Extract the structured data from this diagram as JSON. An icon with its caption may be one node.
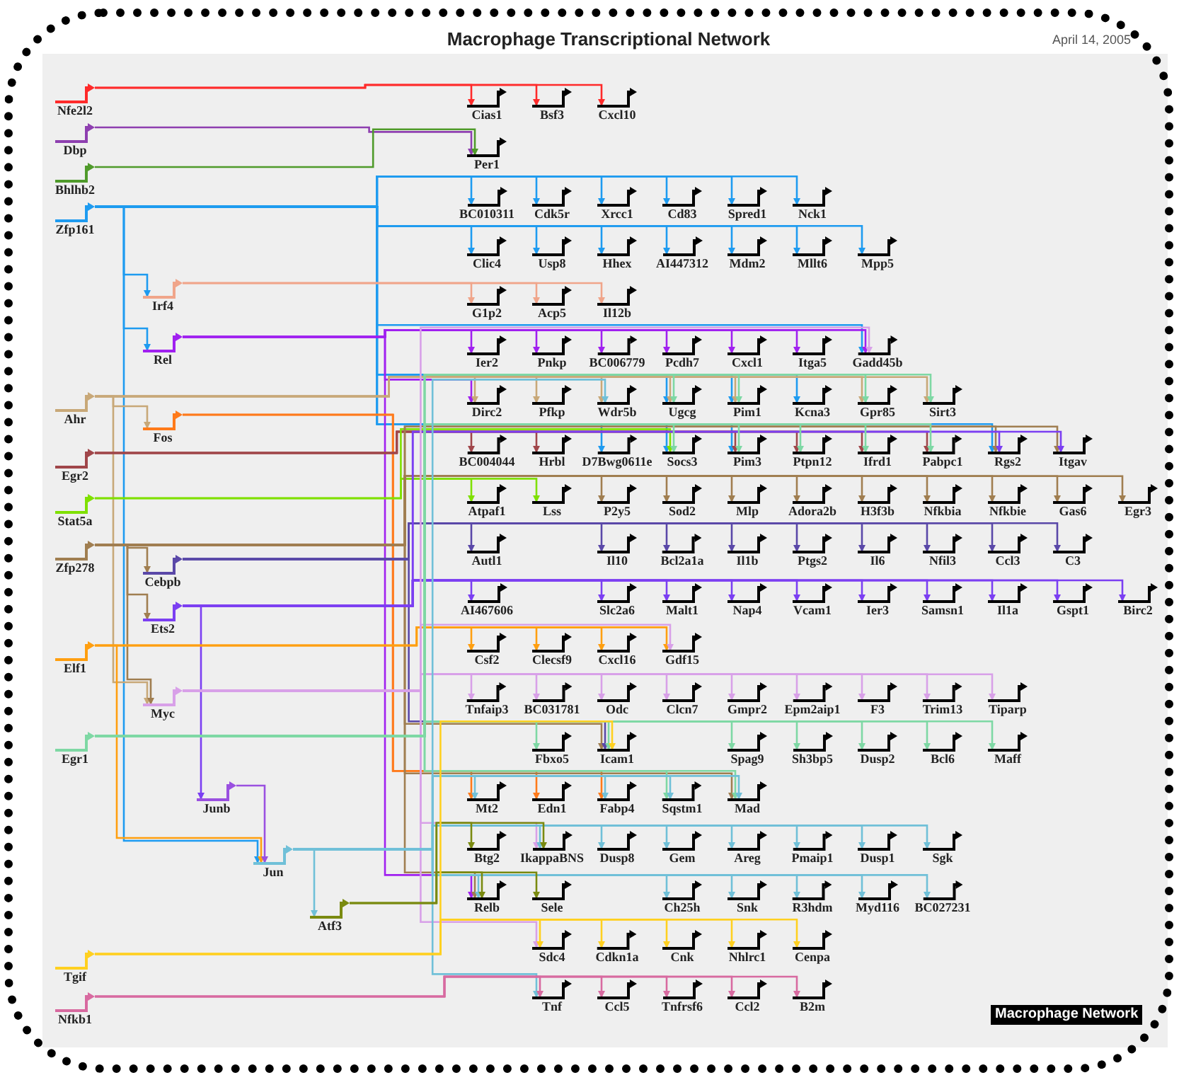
{
  "diagram": {
    "title": "Macrophage Transcriptional Network",
    "nodes": [
      {
        "text": [
          "Nfe2l2"
        ]
      },
      {
        "text": [
          "Dbp"
        ]
      },
      {
        "text": [
          "Bhlhb2"
        ]
      },
      {
        "text": [
          "Zfp161"
        ]
      },
      {
        "text": [
          "Irf4"
        ]
      },
      {
        "text": [
          "Rel"
        ]
      },
      {
        "text": [
          "Ahr"
        ]
      },
      {
        "text": [
          "Fos"
        ]
      },
      {
        "text": [
          "Egr2"
        ]
      },
      {
        "text": [
          "Stat5a"
        ]
      },
      {
        "text": [
          "Zfp278"
        ]
      },
      {
        "text": [
          "Cebpb"
        ]
      },
      {
        "text": [
          "Ets2"
        ]
      },
      {
        "text": [
          "Elf1"
        ]
      },
      {
        "text": [
          "Myc"
        ]
      },
      {
        "text": [
          "Egr1"
        ]
      },
      {
        "text": [
          "Junb"
        ]
      },
      {
        "text": [
          "Jun"
        ]
      },
      {
        "text": [
          "Atf3"
        ]
      },
      {
        "text": [
          "Tgif"
        ]
      },
      {
        "text": [
          "Nfkb1"
        ]
      },
      {
        "text": [
          "Cias1"
        ]
      },
      {
        "text": [
          "Bsf3"
        ]
      },
      {
        "text": [
          "Cxcl10"
        ]
      },
      {
        "text": [
          "Per1"
        ]
      },
      {
        "text": [
          "BC010311"
        ]
      },
      {
        "text": [
          "Cdk5r"
        ]
      },
      {
        "text": [
          "Xrcc1"
        ]
      },
      {
        "text": [
          "Cd83"
        ]
      },
      {
        "text": [
          "Spred1"
        ]
      },
      {
        "text": [
          "Nck1"
        ]
      },
      {
        "text": [
          "Clic4"
        ]
      },
      {
        "text": [
          "Usp8"
        ]
      },
      {
        "text": [
          "Hhex"
        ]
      },
      {
        "text": [
          "AI447312"
        ]
      },
      {
        "text": [
          "Mdm2"
        ]
      },
      {
        "text": [
          "Mllt6"
        ]
      },
      {
        "text": [
          "Mpp5"
        ]
      },
      {
        "text": [
          "G1p2"
        ]
      },
      {
        "text": [
          "Acp5"
        ]
      },
      {
        "text": [
          "Il12b"
        ]
      },
      {
        "text": [
          "Ier2"
        ]
      },
      {
        "text": [
          "Pnkp"
        ]
      },
      {
        "text": [
          "BC006779"
        ]
      },
      {
        "text": [
          "Pcdh7"
        ]
      },
      {
        "text": [
          "Cxcl1"
        ]
      },
      {
        "text": [
          "Itga5"
        ]
      },
      {
        "text": [
          "Gadd45b"
        ]
      },
      {
        "text": [
          "Dirc2"
        ]
      },
      {
        "text": [
          "Pfkp"
        ]
      },
      {
        "text": [
          "Wdr5b"
        ]
      },
      {
        "text": [
          "Ugcg"
        ]
      },
      {
        "text": [
          "Pim1"
        ]
      },
      {
        "text": [
          "Kcna3"
        ]
      },
      {
        "text": [
          "Gpr85"
        ]
      },
      {
        "text": [
          "Sirt3"
        ]
      },
      {
        "text": [
          "BC004044"
        ]
      },
      {
        "text": [
          "Hrbl"
        ]
      },
      {
        "text": [
          "D7Bwg0611e"
        ]
      },
      {
        "text": [
          "Socs3"
        ]
      },
      {
        "text": [
          "Pim3"
        ]
      },
      {
        "text": [
          "Ptpn12"
        ]
      },
      {
        "text": [
          "Ifrd1"
        ]
      },
      {
        "text": [
          "Pabpc1"
        ]
      },
      {
        "text": [
          "Rgs2"
        ]
      },
      {
        "text": [
          "Itgav"
        ]
      },
      {
        "text": [
          "Atpaf1"
        ]
      },
      {
        "text": [
          "Lss"
        ]
      },
      {
        "text": [
          "P2y5"
        ]
      },
      {
        "text": [
          "Sod2"
        ]
      },
      {
        "text": [
          "Mlp"
        ]
      },
      {
        "text": [
          "Adora2b"
        ]
      },
      {
        "text": [
          "H3f3b"
        ]
      },
      {
        "text": [
          "Nfkbia"
        ]
      },
      {
        "text": [
          "Nfkbie"
        ]
      },
      {
        "text": [
          "Gas6"
        ]
      },
      {
        "text": [
          "Egr3"
        ]
      },
      {
        "text": [
          "Autl1"
        ]
      },
      {
        "text": [
          "Il10"
        ]
      },
      {
        "text": [
          "Bcl2a1a"
        ]
      },
      {
        "text": [
          "Il1b"
        ]
      },
      {
        "text": [
          "Ptgs2"
        ]
      },
      {
        "text": [
          "Il6"
        ]
      },
      {
        "text": [
          "Nfil3"
        ]
      },
      {
        "text": [
          "Ccl3"
        ]
      },
      {
        "text": [
          "C3"
        ]
      },
      {
        "text": [
          "AI467606"
        ]
      },
      {
        "text": [
          "Slc2a6"
        ]
      },
      {
        "text": [
          "Malt1"
        ]
      },
      {
        "text": [
          "Nap4"
        ]
      },
      {
        "text": [
          "Vcam1"
        ]
      },
      {
        "text": [
          "Ier3"
        ]
      },
      {
        "text": [
          "Samsn1"
        ]
      },
      {
        "text": [
          "Il1a"
        ]
      },
      {
        "text": [
          "Gspt1"
        ]
      },
      {
        "text": [
          "Birc2"
        ]
      },
      {
        "text": [
          "Csf2"
        ]
      },
      {
        "text": [
          "Clecsf9"
        ]
      },
      {
        "text": [
          "Cxcl16"
        ]
      },
      {
        "text": [
          "Gdf15"
        ]
      },
      {
        "text": [
          "Tnfaip3"
        ]
      },
      {
        "text": [
          "BC031781"
        ]
      },
      {
        "text": [
          "Odc"
        ]
      },
      {
        "text": [
          "Clcn7"
        ]
      },
      {
        "text": [
          "Gmpr2"
        ]
      },
      {
        "text": [
          "Epm2aip1"
        ]
      },
      {
        "text": [
          "F3"
        ]
      },
      {
        "text": [
          "Trim13"
        ]
      },
      {
        "text": [
          "Tiparp"
        ]
      },
      {
        "text": [
          "Fbxo5"
        ]
      },
      {
        "text": [
          "Icam1"
        ]
      },
      {
        "text": [
          "Spag9"
        ]
      },
      {
        "text": [
          "Sh3bp5"
        ]
      },
      {
        "text": [
          "Dusp2"
        ]
      },
      {
        "text": [
          "Bcl6"
        ]
      },
      {
        "text": [
          "Maff"
        ]
      },
      {
        "text": [
          "Mt2"
        ]
      },
      {
        "text": [
          "Edn1"
        ]
      },
      {
        "text": [
          "Fabp4"
        ]
      },
      {
        "text": [
          "Sqstm1"
        ]
      },
      {
        "text": [
          "Mad"
        ]
      },
      {
        "text": [
          "Btg2"
        ]
      },
      {
        "text": [
          "IkappaBNS"
        ]
      },
      {
        "text": [
          "Dusp8"
        ]
      },
      {
        "text": [
          "Gem"
        ]
      },
      {
        "text": [
          "Areg"
        ]
      },
      {
        "text": [
          "Pmaip1"
        ]
      },
      {
        "text": [
          "Dusp1"
        ]
      },
      {
        "text": [
          "Sgk"
        ]
      },
      {
        "text": [
          "Relb"
        ]
      },
      {
        "text": [
          "Sele"
        ]
      },
      {
        "text": [
          "Ch25h"
        ]
      },
      {
        "text": [
          "Snk"
        ]
      },
      {
        "text": [
          "R3hdm"
        ]
      },
      {
        "text": [
          "Myd116"
        ]
      },
      {
        "text": [
          "BC027231"
        ]
      },
      {
        "text": [
          "Sdc4"
        ]
      },
      {
        "text": [
          "Cdkn1a"
        ]
      },
      {
        "text": [
          "Cnk"
        ]
      },
      {
        "text": [
          "Nhlrc1"
        ]
      },
      {
        "text": [
          "Cenpa"
        ]
      },
      {
        "text": [
          "Tnf"
        ]
      },
      {
        "text": [
          "Ccl5"
        ]
      },
      {
        "text": [
          "Tnfrsf6"
        ]
      },
      {
        "text": [
          "Ccl2"
        ]
      },
      {
        "text": [
          "B2m"
        ]
      }
    ],
    "edges": [
      {
        "from": 0,
        "to": 21,
        "arrow": "to",
        "color": "#ff2a2a"
      },
      {
        "from": 0,
        "to": 22,
        "arrow": "to",
        "color": "#ff2a2a"
      },
      {
        "from": 0,
        "to": 23,
        "arrow": "to",
        "color": "#ff2a2a"
      },
      {
        "from": 1,
        "to": 24,
        "arrow": "to",
        "color": "#8e3fb0"
      },
      {
        "from": 2,
        "to": 24,
        "arrow": "to",
        "color": "#4f9a2a"
      },
      {
        "from": 3,
        "to": 25,
        "arrow": "to",
        "color": "#1e9bf0"
      },
      {
        "from": 3,
        "to": 26,
        "arrow": "to",
        "color": "#1e9bf0"
      },
      {
        "from": 3,
        "to": 27,
        "arrow": "to",
        "color": "#1e9bf0"
      },
      {
        "from": 3,
        "to": 28,
        "arrow": "to",
        "color": "#1e9bf0"
      },
      {
        "from": 3,
        "to": 29,
        "arrow": "to",
        "color": "#1e9bf0"
      },
      {
        "from": 3,
        "to": 30,
        "arrow": "to",
        "color": "#1e9bf0"
      },
      {
        "from": 3,
        "to": 31,
        "arrow": "to",
        "color": "#1e9bf0"
      },
      {
        "from": 3,
        "to": 32,
        "arrow": "to",
        "color": "#1e9bf0"
      },
      {
        "from": 3,
        "to": 33,
        "arrow": "to",
        "color": "#1e9bf0"
      },
      {
        "from": 3,
        "to": 34,
        "arrow": "to",
        "color": "#1e9bf0"
      },
      {
        "from": 3,
        "to": 35,
        "arrow": "to",
        "color": "#1e9bf0"
      },
      {
        "from": 3,
        "to": 36,
        "arrow": "to",
        "color": "#1e9bf0"
      },
      {
        "from": 3,
        "to": 37,
        "arrow": "to",
        "color": "#1e9bf0"
      },
      {
        "from": 3,
        "to": 4,
        "arrow": "to",
        "color": "#1e9bf0"
      },
      {
        "from": 3,
        "to": 5,
        "arrow": "to",
        "color": "#1e9bf0"
      },
      {
        "from": 3,
        "to": 17,
        "arrow": "to",
        "color": "#1e9bf0"
      },
      {
        "from": 3,
        "to": 47,
        "arrow": "to",
        "color": "#1e9bf0"
      },
      {
        "from": 3,
        "to": 58,
        "arrow": "to",
        "color": "#1e9bf0"
      },
      {
        "from": 3,
        "to": 51,
        "arrow": "to",
        "color": "#1e9bf0"
      },
      {
        "from": 3,
        "to": 52,
        "arrow": "to",
        "color": "#1e9bf0"
      },
      {
        "from": 3,
        "to": 53,
        "arrow": "to",
        "color": "#1e9bf0"
      },
      {
        "from": 3,
        "to": 64,
        "arrow": "to",
        "color": "#1e9bf0"
      },
      {
        "from": 3,
        "to": 59,
        "arrow": "to",
        "color": "#1e9bf0"
      },
      {
        "from": 3,
        "to": 60,
        "arrow": "to",
        "color": "#1e9bf0"
      },
      {
        "from": 4,
        "to": 38,
        "arrow": "to",
        "color": "#f0a58a"
      },
      {
        "from": 4,
        "to": 39,
        "arrow": "to",
        "color": "#f0a58a"
      },
      {
        "from": 4,
        "to": 40,
        "arrow": "to",
        "color": "#f0a58a"
      },
      {
        "from": 5,
        "to": 41,
        "arrow": "to",
        "color": "#a020f0"
      },
      {
        "from": 5,
        "to": 42,
        "arrow": "to",
        "color": "#a020f0"
      },
      {
        "from": 5,
        "to": 43,
        "arrow": "to",
        "color": "#a020f0"
      },
      {
        "from": 5,
        "to": 44,
        "arrow": "to",
        "color": "#a020f0"
      },
      {
        "from": 5,
        "to": 45,
        "arrow": "to",
        "color": "#a020f0"
      },
      {
        "from": 5,
        "to": 46,
        "arrow": "to",
        "color": "#a020f0"
      },
      {
        "from": 5,
        "to": 47,
        "arrow": "to",
        "color": "#a020f0"
      },
      {
        "from": 5,
        "to": 48,
        "arrow": "to",
        "color": "#a020f0"
      },
      {
        "from": 5,
        "to": 129,
        "arrow": "to",
        "color": "#a020f0"
      },
      {
        "from": 6,
        "to": 7,
        "arrow": "to",
        "color": "#c8a878"
      },
      {
        "from": 6,
        "to": 14,
        "arrow": "to",
        "color": "#c8a878"
      },
      {
        "from": 6,
        "to": 48,
        "arrow": "to",
        "color": "#c8a878"
      },
      {
        "from": 6,
        "to": 49,
        "arrow": "to",
        "color": "#c8a878"
      },
      {
        "from": 6,
        "to": 50,
        "arrow": "to",
        "color": "#c8a878"
      },
      {
        "from": 6,
        "to": 51,
        "arrow": "to",
        "color": "#c8a878"
      },
      {
        "from": 6,
        "to": 52,
        "arrow": "to",
        "color": "#c8a878"
      },
      {
        "from": 6,
        "to": 54,
        "arrow": "to",
        "color": "#c8a878"
      },
      {
        "from": 6,
        "to": 55,
        "arrow": "to",
        "color": "#c8a878"
      },
      {
        "from": 7,
        "to": 116,
        "arrow": "to",
        "color": "#ff7a1a"
      },
      {
        "from": 7,
        "to": 117,
        "arrow": "to",
        "color": "#ff7a1a"
      },
      {
        "from": 7,
        "to": 118,
        "arrow": "to",
        "color": "#ff7a1a"
      },
      {
        "from": 8,
        "to": 56,
        "arrow": "to",
        "color": "#a0464a"
      },
      {
        "from": 8,
        "to": 57,
        "arrow": "to",
        "color": "#a0464a"
      },
      {
        "from": 8,
        "to": 60,
        "arrow": "to",
        "color": "#a0464a"
      },
      {
        "from": 8,
        "to": 61,
        "arrow": "to",
        "color": "#a0464a"
      },
      {
        "from": 8,
        "to": 62,
        "arrow": "to",
        "color": "#a0464a"
      },
      {
        "from": 8,
        "to": 63,
        "arrow": "to",
        "color": "#a0464a"
      },
      {
        "from": 9,
        "to": 66,
        "arrow": "to",
        "color": "#7fe000"
      },
      {
        "from": 9,
        "to": 67,
        "arrow": "to",
        "color": "#7fe000"
      },
      {
        "from": 9,
        "to": 59,
        "arrow": "to",
        "color": "#7fe000"
      },
      {
        "from": 10,
        "to": 11,
        "arrow": "to",
        "color": "#a07e50"
      },
      {
        "from": 10,
        "to": 12,
        "arrow": "to",
        "color": "#a07e50"
      },
      {
        "from": 10,
        "to": 14,
        "arrow": "to",
        "color": "#a07e50"
      },
      {
        "from": 10,
        "to": 68,
        "arrow": "to",
        "color": "#a07e50"
      },
      {
        "from": 10,
        "to": 69,
        "arrow": "to",
        "color": "#a07e50"
      },
      {
        "from": 10,
        "to": 70,
        "arrow": "to",
        "color": "#a07e50"
      },
      {
        "from": 10,
        "to": 71,
        "arrow": "to",
        "color": "#a07e50"
      },
      {
        "from": 10,
        "to": 72,
        "arrow": "to",
        "color": "#a07e50"
      },
      {
        "from": 10,
        "to": 73,
        "arrow": "to",
        "color": "#a07e50"
      },
      {
        "from": 10,
        "to": 74,
        "arrow": "to",
        "color": "#a07e50"
      },
      {
        "from": 10,
        "to": 75,
        "arrow": "to",
        "color": "#a07e50"
      },
      {
        "from": 10,
        "to": 76,
        "arrow": "to",
        "color": "#a07e50"
      },
      {
        "from": 10,
        "to": 64,
        "arrow": "to",
        "color": "#a07e50"
      },
      {
        "from": 10,
        "to": 65,
        "arrow": "to",
        "color": "#a07e50"
      },
      {
        "from": 10,
        "to": 120,
        "arrow": "to",
        "color": "#a07e50"
      },
      {
        "from": 10,
        "to": 129,
        "arrow": "to",
        "color": "#a07e50"
      },
      {
        "from": 10,
        "to": 110,
        "arrow": "to",
        "color": "#a07e50"
      },
      {
        "from": 11,
        "to": 77,
        "arrow": "to",
        "color": "#5a48a8"
      },
      {
        "from": 11,
        "to": 78,
        "arrow": "to",
        "color": "#5a48a8"
      },
      {
        "from": 11,
        "to": 79,
        "arrow": "to",
        "color": "#5a48a8"
      },
      {
        "from": 11,
        "to": 80,
        "arrow": "to",
        "color": "#5a48a8"
      },
      {
        "from": 11,
        "to": 81,
        "arrow": "to",
        "color": "#5a48a8"
      },
      {
        "from": 11,
        "to": 82,
        "arrow": "to",
        "color": "#5a48a8"
      },
      {
        "from": 11,
        "to": 83,
        "arrow": "to",
        "color": "#5a48a8"
      },
      {
        "from": 11,
        "to": 84,
        "arrow": "to",
        "color": "#5a48a8"
      },
      {
        "from": 11,
        "to": 85,
        "arrow": "to",
        "color": "#5a48a8"
      },
      {
        "from": 11,
        "to": 110,
        "arrow": "to",
        "color": "#5a48a8"
      },
      {
        "from": 12,
        "to": 86,
        "arrow": "to",
        "color": "#7b3ff2"
      },
      {
        "from": 12,
        "to": 87,
        "arrow": "to",
        "color": "#7b3ff2"
      },
      {
        "from": 12,
        "to": 88,
        "arrow": "to",
        "color": "#7b3ff2"
      },
      {
        "from": 12,
        "to": 89,
        "arrow": "to",
        "color": "#7b3ff2"
      },
      {
        "from": 12,
        "to": 90,
        "arrow": "to",
        "color": "#7b3ff2"
      },
      {
        "from": 12,
        "to": 91,
        "arrow": "to",
        "color": "#7b3ff2"
      },
      {
        "from": 12,
        "to": 92,
        "arrow": "to",
        "color": "#7b3ff2"
      },
      {
        "from": 12,
        "to": 93,
        "arrow": "to",
        "color": "#7b3ff2"
      },
      {
        "from": 12,
        "to": 94,
        "arrow": "to",
        "color": "#7b3ff2"
      },
      {
        "from": 12,
        "to": 95,
        "arrow": "to",
        "color": "#7b3ff2"
      },
      {
        "from": 12,
        "to": 16,
        "arrow": "to",
        "color": "#7b3ff2"
      },
      {
        "from": 12,
        "to": 64,
        "arrow": "to",
        "color": "#7b3ff2"
      },
      {
        "from": 12,
        "to": 65,
        "arrow": "to",
        "color": "#7b3ff2"
      },
      {
        "from": 13,
        "to": 96,
        "arrow": "to",
        "color": "#ff9f10"
      },
      {
        "from": 13,
        "to": 97,
        "arrow": "to",
        "color": "#ff9f10"
      },
      {
        "from": 13,
        "to": 98,
        "arrow": "to",
        "color": "#ff9f10"
      },
      {
        "from": 13,
        "to": 99,
        "arrow": "to",
        "color": "#ff9f10"
      },
      {
        "from": 13,
        "to": 17,
        "arrow": "to",
        "color": "#ff9f10"
      },
      {
        "from": 14,
        "to": 100,
        "arrow": "to",
        "color": "#d8a0e8"
      },
      {
        "from": 14,
        "to": 101,
        "arrow": "to",
        "color": "#d8a0e8"
      },
      {
        "from": 14,
        "to": 102,
        "arrow": "to",
        "color": "#d8a0e8"
      },
      {
        "from": 14,
        "to": 103,
        "arrow": "to",
        "color": "#d8a0e8"
      },
      {
        "from": 14,
        "to": 104,
        "arrow": "to",
        "color": "#d8a0e8"
      },
      {
        "from": 14,
        "to": 105,
        "arrow": "to",
        "color": "#d8a0e8"
      },
      {
        "from": 14,
        "to": 106,
        "arrow": "to",
        "color": "#d8a0e8"
      },
      {
        "from": 14,
        "to": 107,
        "arrow": "to",
        "color": "#d8a0e8"
      },
      {
        "from": 14,
        "to": 108,
        "arrow": "to",
        "color": "#d8a0e8"
      },
      {
        "from": 14,
        "to": 99,
        "arrow": "to",
        "color": "#d8a0e8"
      },
      {
        "from": 14,
        "to": 47,
        "arrow": "to",
        "color": "#d8a0e8"
      },
      {
        "from": 14,
        "to": 136,
        "arrow": "to",
        "color": "#d8a0e8"
      },
      {
        "from": 14,
        "to": 122,
        "arrow": "to",
        "color": "#d8a0e8"
      },
      {
        "from": 15,
        "to": 109,
        "arrow": "to",
        "color": "#7ed8a4"
      },
      {
        "from": 15,
        "to": 110,
        "arrow": "to",
        "color": "#7ed8a4"
      },
      {
        "from": 15,
        "to": 111,
        "arrow": "to",
        "color": "#7ed8a4"
      },
      {
        "from": 15,
        "to": 112,
        "arrow": "to",
        "color": "#7ed8a4"
      },
      {
        "from": 15,
        "to": 113,
        "arrow": "to",
        "color": "#7ed8a4"
      },
      {
        "from": 15,
        "to": 114,
        "arrow": "to",
        "color": "#7ed8a4"
      },
      {
        "from": 15,
        "to": 115,
        "arrow": "to",
        "color": "#7ed8a4"
      },
      {
        "from": 15,
        "to": 119,
        "arrow": "to",
        "color": "#7ed8a4"
      },
      {
        "from": 15,
        "to": 120,
        "arrow": "to",
        "color": "#7ed8a4"
      },
      {
        "from": 15,
        "to": 51,
        "arrow": "to",
        "color": "#7ed8a4"
      },
      {
        "from": 15,
        "to": 52,
        "arrow": "to",
        "color": "#7ed8a4"
      },
      {
        "from": 15,
        "to": 59,
        "arrow": "to",
        "color": "#7ed8a4"
      },
      {
        "from": 15,
        "to": 60,
        "arrow": "to",
        "color": "#7ed8a4"
      },
      {
        "from": 15,
        "to": 61,
        "arrow": "to",
        "color": "#7ed8a4"
      },
      {
        "from": 15,
        "to": 62,
        "arrow": "to",
        "color": "#7ed8a4"
      },
      {
        "from": 15,
        "to": 63,
        "arrow": "to",
        "color": "#7ed8a4"
      },
      {
        "from": 15,
        "to": 54,
        "arrow": "to",
        "color": "#7ed8a4"
      },
      {
        "from": 15,
        "to": 55,
        "arrow": "to",
        "color": "#7ed8a4"
      },
      {
        "from": 16,
        "to": 17,
        "arrow": "to",
        "color": "#9a50e0"
      },
      {
        "from": 17,
        "to": 18,
        "arrow": "to",
        "color": "#70c0d8"
      },
      {
        "from": 17,
        "to": 116,
        "arrow": "to",
        "color": "#70c0d8"
      },
      {
        "from": 17,
        "to": 118,
        "arrow": "to",
        "color": "#70c0d8"
      },
      {
        "from": 17,
        "to": 123,
        "arrow": "to",
        "color": "#70c0d8"
      },
      {
        "from": 17,
        "to": 124,
        "arrow": "to",
        "color": "#70c0d8"
      },
      {
        "from": 17,
        "to": 125,
        "arrow": "to",
        "color": "#70c0d8"
      },
      {
        "from": 17,
        "to": 126,
        "arrow": "to",
        "color": "#70c0d8"
      },
      {
        "from": 17,
        "to": 127,
        "arrow": "to",
        "color": "#70c0d8"
      },
      {
        "from": 17,
        "to": 128,
        "arrow": "to",
        "color": "#70c0d8"
      },
      {
        "from": 17,
        "to": 131,
        "arrow": "to",
        "color": "#70c0d8"
      },
      {
        "from": 17,
        "to": 132,
        "arrow": "to",
        "color": "#70c0d8"
      },
      {
        "from": 17,
        "to": 133,
        "arrow": "to",
        "color": "#70c0d8"
      },
      {
        "from": 17,
        "to": 134,
        "arrow": "to",
        "color": "#70c0d8"
      },
      {
        "from": 17,
        "to": 135,
        "arrow": "to",
        "color": "#70c0d8"
      },
      {
        "from": 17,
        "to": 119,
        "arrow": "to",
        "color": "#70c0d8"
      },
      {
        "from": 17,
        "to": 120,
        "arrow": "to",
        "color": "#70c0d8"
      },
      {
        "from": 17,
        "to": 129,
        "arrow": "to",
        "color": "#70c0d8"
      },
      {
        "from": 17,
        "to": 141,
        "arrow": "to",
        "color": "#70c0d8"
      },
      {
        "from": 17,
        "to": 122,
        "arrow": "to",
        "color": "#70c0d8"
      },
      {
        "from": 17,
        "to": 50,
        "arrow": "to",
        "color": "#70c0d8"
      },
      {
        "from": 18,
        "to": 121,
        "arrow": "to",
        "color": "#7a8a10"
      },
      {
        "from": 18,
        "to": 122,
        "arrow": "to",
        "color": "#7a8a10"
      },
      {
        "from": 18,
        "to": 129,
        "arrow": "to",
        "color": "#7a8a10"
      },
      {
        "from": 18,
        "to": 130,
        "arrow": "to",
        "color": "#7a8a10"
      },
      {
        "from": 19,
        "to": 136,
        "arrow": "to",
        "color": "#ffd020"
      },
      {
        "from": 19,
        "to": 137,
        "arrow": "to",
        "color": "#ffd020"
      },
      {
        "from": 19,
        "to": 138,
        "arrow": "to",
        "color": "#ffd020"
      },
      {
        "from": 19,
        "to": 139,
        "arrow": "to",
        "color": "#ffd020"
      },
      {
        "from": 19,
        "to": 140,
        "arrow": "to",
        "color": "#ffd020"
      },
      {
        "from": 19,
        "to": 110,
        "arrow": "to",
        "color": "#ffd020"
      },
      {
        "from": 20,
        "to": 141,
        "arrow": "to",
        "color": "#d86aa0"
      },
      {
        "from": 20,
        "to": 142,
        "arrow": "to",
        "color": "#d86aa0"
      },
      {
        "from": 20,
        "to": 143,
        "arrow": "to",
        "color": "#d86aa0"
      },
      {
        "from": 20,
        "to": 144,
        "arrow": "to",
        "color": "#d86aa0"
      },
      {
        "from": 20,
        "to": 145,
        "arrow": "to",
        "color": "#d86aa0"
      }
    ],
    "labels": [
      "April 14, 2005",
      "Macrophage Network"
    ]
  }
}
